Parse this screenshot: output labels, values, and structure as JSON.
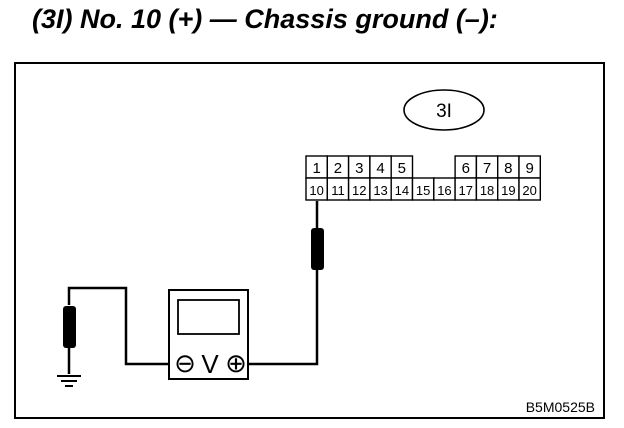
{
  "title": "(3I) No. 10 (+) — Chassis ground (–):",
  "connector": {
    "label": "3I",
    "top_row": [
      "1",
      "2",
      "3",
      "4",
      "5",
      "",
      "",
      "6",
      "7",
      "8",
      "9"
    ],
    "bottom_row": [
      "10",
      "11",
      "12",
      "13",
      "14",
      "15",
      "16",
      "17",
      "18",
      "19",
      "20"
    ]
  },
  "meter": {
    "symbol": "V",
    "minus": "⊖",
    "plus": "⊕"
  },
  "figure_code": "B5M0525B"
}
